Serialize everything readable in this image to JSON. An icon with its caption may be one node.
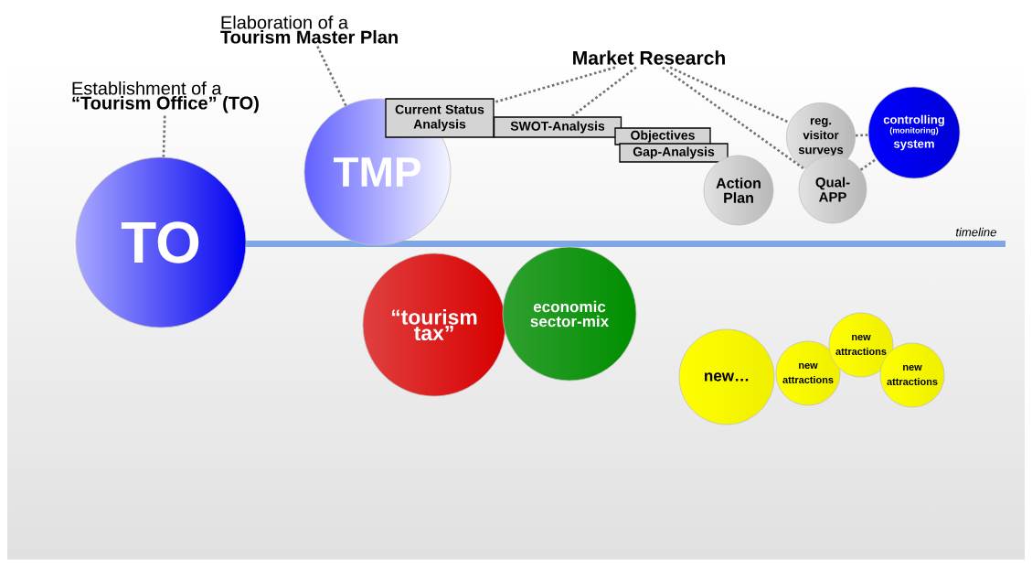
{
  "diagram": {
    "nodes": [
      {
        "text": [
          "Establishment of a",
          "“Tourism Office” (TO)"
        ]
      },
      {
        "text": [
          "TO"
        ]
      },
      {
        "text": [
          "Elaboration of a",
          "Tourism Master Plan"
        ]
      },
      {
        "text": [
          "TMP"
        ]
      },
      {
        "text": [
          "Market Research"
        ]
      },
      {
        "text": [
          "Current Status Analysis"
        ]
      },
      {
        "text": [
          "SWOT-Analysis"
        ]
      },
      {
        "text": [
          "Objectives"
        ]
      },
      {
        "text": [
          "Gap-Analysis"
        ]
      },
      {
        "text": [
          "Action Plan"
        ]
      },
      {
        "text": [
          "reg. visitor surveys"
        ]
      },
      {
        "text": [
          "Qual-APP"
        ]
      },
      {
        "text": [
          "controlling",
          "(monitoring)",
          "system"
        ]
      },
      {
        "text": [
          "“tourism tax”"
        ]
      },
      {
        "text": [
          "economic sector-mix"
        ]
      },
      {
        "text": [
          "new…"
        ]
      },
      {
        "text": [
          "new attractions"
        ]
      },
      {
        "text": [
          "new attractions"
        ]
      },
      {
        "text": [
          "new attractions"
        ]
      }
    ],
    "edges": [
      {
        "from": 0,
        "to": 1,
        "arrow": "none"
      },
      {
        "from": 2,
        "to": 3,
        "arrow": "none"
      },
      {
        "from": 4,
        "to": 5,
        "arrow": "none"
      },
      {
        "from": 4,
        "to": 6,
        "arrow": "none"
      },
      {
        "from": 4,
        "to": 11,
        "arrow": "none"
      },
      {
        "from": 4,
        "to": 10,
        "arrow": "none"
      },
      {
        "from": 10,
        "to": 12,
        "arrow": "none"
      },
      {
        "from": 11,
        "to": 12,
        "arrow": "none"
      }
    ],
    "labels": [
      "timeline"
    ]
  }
}
